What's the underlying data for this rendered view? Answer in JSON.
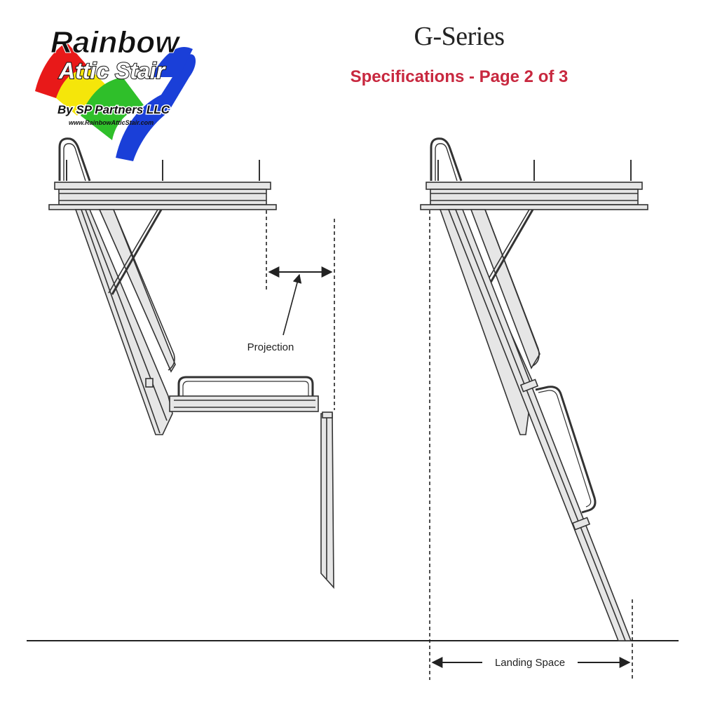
{
  "header": {
    "title": "G-Series",
    "subtitle": "Specifications - Page 2 of 3"
  },
  "logo": {
    "line1": "Rainbow",
    "line2": "Attic Stair",
    "line3": "By SP Partners LLC",
    "line4": "www.RainbowAtticStair.com",
    "colors": [
      "#e81919",
      "#f5e60a",
      "#2fbf2a",
      "#1a3fd8"
    ]
  },
  "diagram": {
    "left_label": "Projection",
    "right_label": "Landing Space"
  },
  "colors": {
    "line": "#333333",
    "fill": "#e6e6e6",
    "title_red": "#c8283f"
  }
}
